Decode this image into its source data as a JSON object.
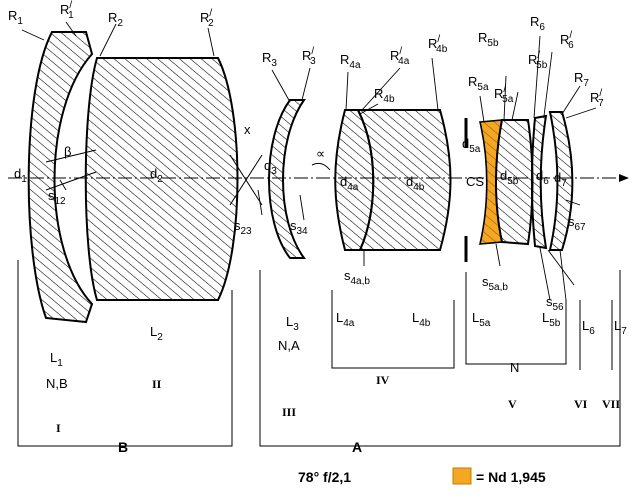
{
  "diagram": {
    "colors": {
      "line": "#000000",
      "highlight": "#f5a623",
      "highlight_stroke": "#c47a00",
      "background": "#ffffff"
    },
    "radii": [
      {
        "id": "R1",
        "base": "R",
        "sub": "1",
        "prime": false
      },
      {
        "id": "R1p",
        "base": "R",
        "sub": "1",
        "prime": true
      },
      {
        "id": "R2",
        "base": "R",
        "sub": "2",
        "prime": false
      },
      {
        "id": "R2p",
        "base": "R",
        "sub": "2",
        "prime": true
      },
      {
        "id": "R3",
        "base": "R",
        "sub": "3",
        "prime": false
      },
      {
        "id": "R3p",
        "base": "R",
        "sub": "3",
        "prime": true
      },
      {
        "id": "R4a",
        "base": "R",
        "sub": "4a",
        "prime": false
      },
      {
        "id": "R4ap",
        "base": "R",
        "sub": "4a",
        "prime": true
      },
      {
        "id": "R4b",
        "base": "R",
        "sub": "4b",
        "prime": false
      },
      {
        "id": "R4bp",
        "base": "R",
        "sub": "4b",
        "prime": true
      },
      {
        "id": "R5a",
        "base": "R",
        "sub": "5a",
        "prime": false
      },
      {
        "id": "R5ap",
        "base": "R",
        "sub": "5a",
        "prime": true
      },
      {
        "id": "R5b",
        "base": "R",
        "sub": "5b",
        "prime": false
      },
      {
        "id": "R5bp",
        "base": "R",
        "sub": "5b",
        "prime": true
      },
      {
        "id": "R6",
        "base": "R",
        "sub": "6",
        "prime": false
      },
      {
        "id": "R6p",
        "base": "R",
        "sub": "6",
        "prime": true
      },
      {
        "id": "R7",
        "base": "R",
        "sub": "7",
        "prime": false
      },
      {
        "id": "R7p",
        "base": "R",
        "sub": "7",
        "prime": true
      }
    ],
    "thicknesses": [
      {
        "id": "d1",
        "base": "d",
        "sub": "1"
      },
      {
        "id": "d2",
        "base": "d",
        "sub": "2"
      },
      {
        "id": "d3",
        "base": "d",
        "sub": "3"
      },
      {
        "id": "d4a",
        "base": "d",
        "sub": "4a"
      },
      {
        "id": "d4b",
        "base": "d",
        "sub": "4b"
      },
      {
        "id": "d5a",
        "base": "d",
        "sub": "5a"
      },
      {
        "id": "d5b",
        "base": "d",
        "sub": "5b"
      },
      {
        "id": "d6",
        "base": "d",
        "sub": "6"
      },
      {
        "id": "d7",
        "base": "d",
        "sub": "7"
      }
    ],
    "spacings": [
      {
        "id": "s12",
        "base": "s",
        "sub": "12"
      },
      {
        "id": "s23",
        "base": "s",
        "sub": "23"
      },
      {
        "id": "s34",
        "base": "s",
        "sub": "34"
      },
      {
        "id": "s4ab",
        "base": "s",
        "sub": "4a,b"
      },
      {
        "id": "s5ab",
        "base": "s",
        "sub": "5a,b"
      },
      {
        "id": "s56",
        "base": "s",
        "sub": "56"
      },
      {
        "id": "s67",
        "base": "s",
        "sub": "67"
      }
    ],
    "lens_labels": [
      {
        "id": "L1",
        "base": "L",
        "sub": "1"
      },
      {
        "id": "L2",
        "base": "L",
        "sub": "2"
      },
      {
        "id": "L3",
        "base": "L",
        "sub": "3"
      },
      {
        "id": "L4a",
        "base": "L",
        "sub": "4a"
      },
      {
        "id": "L4b",
        "base": "L",
        "sub": "4b"
      },
      {
        "id": "L5a",
        "base": "L",
        "sub": "5a"
      },
      {
        "id": "L5b",
        "base": "L",
        "sub": "5b"
      },
      {
        "id": "L6",
        "base": "L",
        "sub": "6"
      },
      {
        "id": "L7",
        "base": "L",
        "sub": "7"
      }
    ],
    "glass_types": {
      "g1": "N,B",
      "g3": "N,A",
      "g5": "N"
    },
    "angles": {
      "beta": "β",
      "alpha": "∝",
      "x": "x"
    },
    "stop": "CS",
    "groups": {
      "I": "I",
      "II": "II",
      "III": "III",
      "IV": "IV",
      "V": "V",
      "VI": "VI",
      "VII": "VII"
    },
    "brackets": {
      "A": "A",
      "B": "B"
    },
    "caption": "78° f/2,1",
    "legend_text": "= Nd 1,945"
  }
}
